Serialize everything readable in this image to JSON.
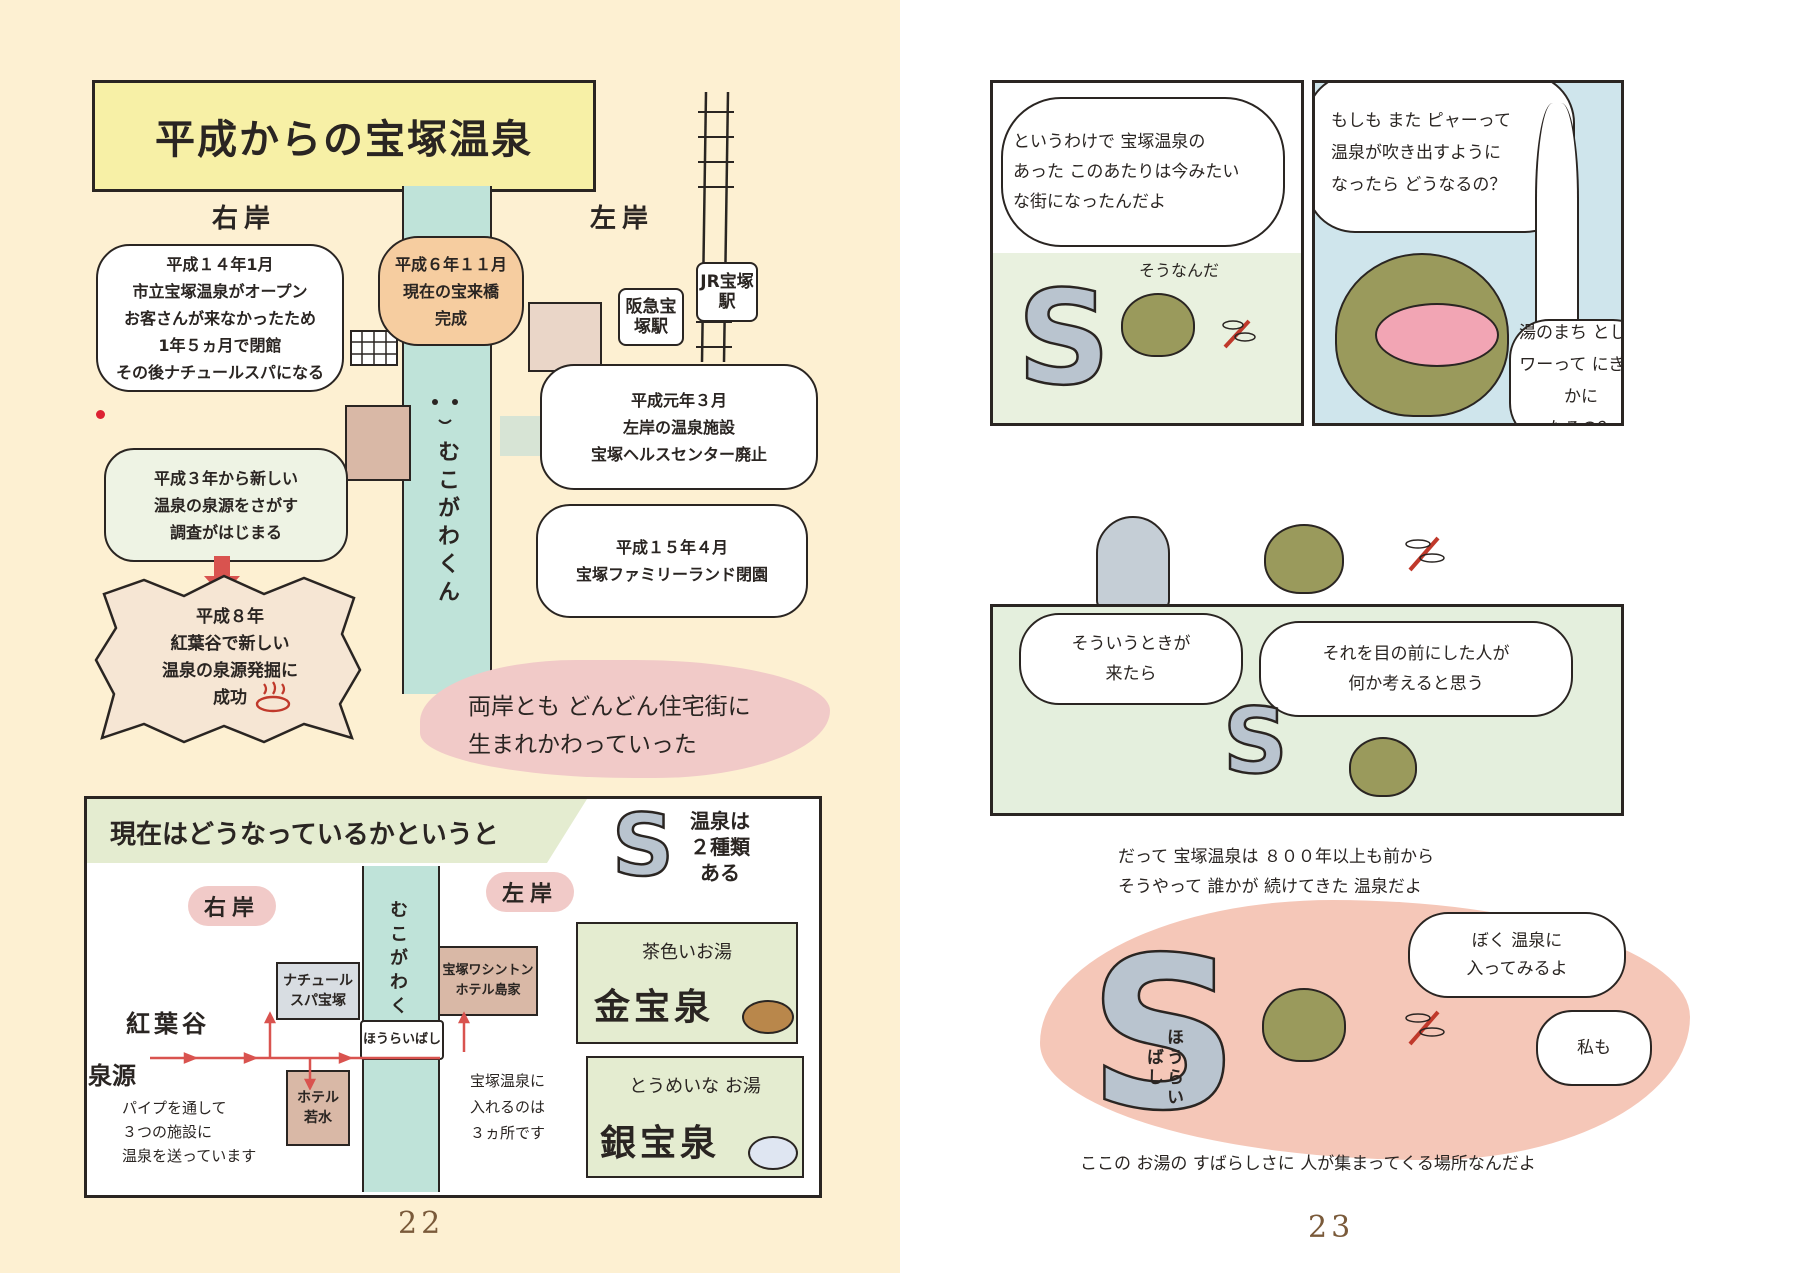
{
  "left": {
    "title": "平成からの宝塚温泉",
    "right_bank": "右岸",
    "left_bank": "左岸",
    "river_name": "むこがわくん",
    "hankyu_station": "阪急宝塚駅",
    "jr_station": "JR宝塚駅",
    "bubble_h14": [
      "平成１４年1月",
      "市立宝塚温泉がオープン",
      "お客さんが来なかったため",
      "1年５ヵ月で閉館",
      "その後ナチュールスパになる"
    ],
    "bubble_h6": [
      "平成６年１１月",
      "現在の宝来橋",
      "完成"
    ],
    "bubble_h1": [
      "平成元年３月",
      "左岸の温泉施設",
      "宝塚ヘルスセンター廃止"
    ],
    "bubble_h3": [
      "平成３年から新しい",
      "温泉の泉源をさがす",
      "調査がはじまる"
    ],
    "bubble_h15": [
      "平成１５年４月",
      "宝塚ファミリーランド閉園"
    ],
    "bubble_h8": [
      "平成８年",
      "紅葉谷で新しい",
      "温泉の泉源発掘に",
      "成功"
    ],
    "both_banks": [
      "両岸とも どんどん住宅街に",
      "生まれかわっていった"
    ],
    "now_title": "現在はどうなっているかというと",
    "two_kinds": [
      "温泉は",
      "２種類",
      "ある"
    ],
    "right_bank2": "右岸",
    "left_bank2": "左岸",
    "river_name2": "むこがわくん",
    "bridge": "ほうらいばし",
    "momijidani": "紅葉谷",
    "sengen": "泉源",
    "naturel": [
      "ナチュール",
      "スパ宝塚"
    ],
    "hotel_wakamizu": [
      "ホテル",
      "若水"
    ],
    "washington": [
      "宝塚ワシントン",
      "ホテル島家"
    ],
    "pipe_text": [
      "パイプを通して",
      "３つの施設に",
      "温泉を送っています"
    ],
    "entry_text": [
      "宝塚温泉に",
      "入れるのは",
      "３ヵ所です"
    ],
    "brown_label": "茶色いお湯",
    "kinpousen": "金宝泉",
    "clear_label": "とうめいな お湯",
    "ginpousen": "銀宝泉",
    "page_number": "22"
  },
  "right": {
    "p1_text": [
      "というわけで 宝塚温泉の",
      "あった このあたりは今みたい",
      "な街になったんだよ"
    ],
    "p1_frog": "そうなんだ",
    "p2_top": [
      "もしも また ピャーって",
      "温泉が吹き出すように",
      "なったら どうなるの？"
    ],
    "p2_bottom": [
      "湯のまち として",
      "ワーって にぎやかに",
      "なるの？"
    ],
    "p3_left": [
      "そういうときが",
      "来たら"
    ],
    "p3_right": [
      "それを目の前にした人が",
      "何か考えると思う"
    ],
    "caption1": [
      "だって 宝塚温泉は ８００年以上も前から",
      "そうやって 誰かが 続けてきた 温泉だよ"
    ],
    "bubble_boku": [
      "ぼく 温泉に",
      "入ってみるよ"
    ],
    "bubble_watashi": "私も",
    "bridge": "ほうらいばし",
    "caption2": "ここの お湯の すばらしさに 人が集まってくる場所なんだよ",
    "page_number": "23"
  }
}
